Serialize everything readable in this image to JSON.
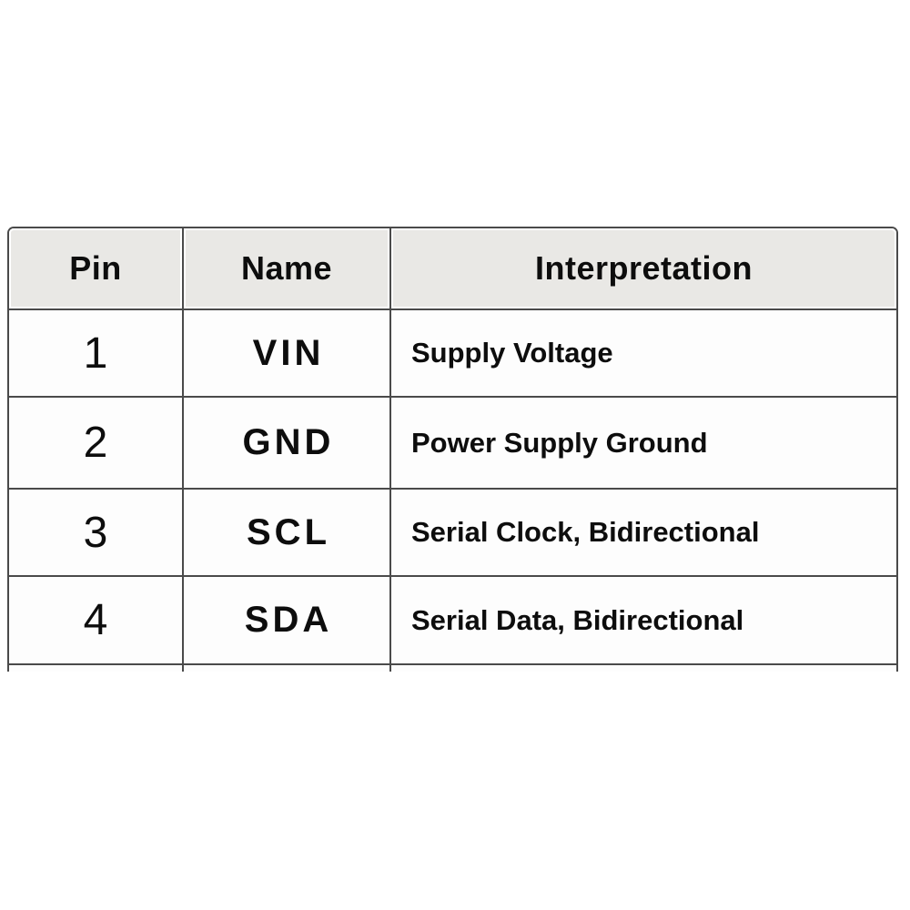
{
  "table": {
    "header": {
      "pin": "Pin",
      "name": "Name",
      "interpretation": "Interpretation"
    },
    "rows": [
      {
        "pin": "1",
        "name": "VIN",
        "interpretation": "Supply Voltage"
      },
      {
        "pin": "2",
        "name": "GND",
        "interpretation": "Power Supply Ground"
      },
      {
        "pin": "3",
        "name": "SCL",
        "interpretation": "Serial Clock, Bidirectional"
      },
      {
        "pin": "4",
        "name": "SDA",
        "interpretation": "Serial Data, Bidirectional"
      }
    ],
    "colors": {
      "header_background": "#e9e8e5",
      "border": "#4a4a4a",
      "cell_background": "#fdfdfd",
      "page_background": "#ffffff",
      "text": "#0d0d0d"
    }
  }
}
